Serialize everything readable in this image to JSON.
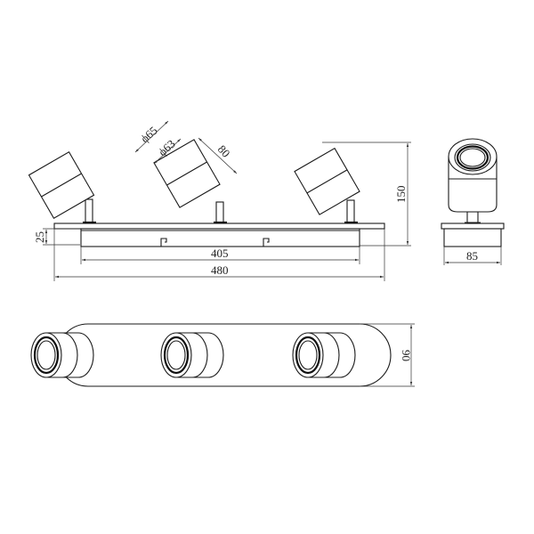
{
  "drawing": {
    "type": "technical-dimension-drawing",
    "subject": "3-light spotlight bar",
    "units": "mm"
  },
  "dimensions": {
    "head_outer_diameter": "ϕ65",
    "head_inner_diameter": "ϕ63",
    "head_length": "80",
    "overall_height": "150",
    "base_height": "25",
    "base_length": "405",
    "plate_length": "480",
    "side_width": "85",
    "top_depth": "90"
  },
  "colors": {
    "line": "#1a1a1a",
    "background": "#ffffff"
  }
}
